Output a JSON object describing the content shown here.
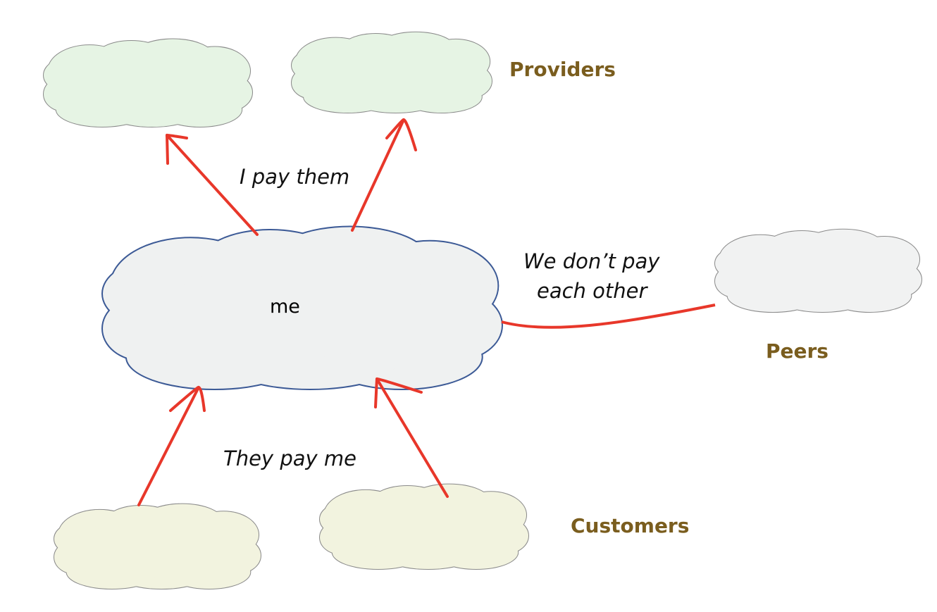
{
  "nodes": {
    "me": "me",
    "providers": "Providers",
    "peers": "Peers",
    "customers": "Customers"
  },
  "edges": {
    "to_providers": "I pay them",
    "to_peers_line1": "We don’t pay",
    "to_peers_line2": "each other",
    "from_customers": "They pay me"
  },
  "colors": {
    "arrow": "#e8372a",
    "me_stroke": "#3c5a96",
    "me_fill": "#eff1f1",
    "provider_fill": "#e6f4e4",
    "peer_fill": "#f1f2f2",
    "customer_fill": "#f2f3df",
    "group_label": "#7a5d1e"
  }
}
